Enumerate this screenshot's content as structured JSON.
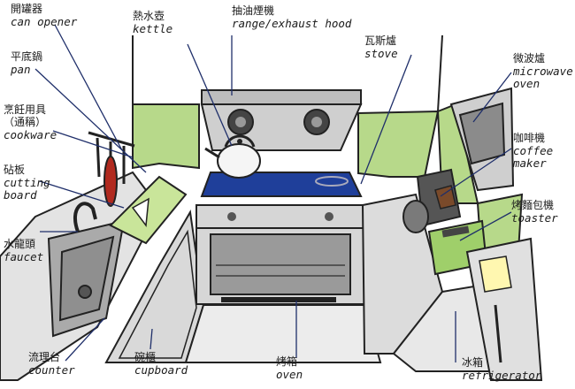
{
  "labels": {
    "can_opener": {
      "zh": "開罐器",
      "en": "can opener"
    },
    "pan": {
      "zh": "平底鍋",
      "en": "pan"
    },
    "cookware": {
      "zh": "烹飪用具",
      "zh2": "（通稱）",
      "en": "cookware"
    },
    "cutting_board": {
      "zh": "砧板",
      "en1": "cutting",
      "en2": "board"
    },
    "faucet": {
      "zh": "水龍頭",
      "en": "faucet"
    },
    "counter": {
      "zh": "流理台",
      "en": "counter"
    },
    "cupboard": {
      "zh": "碗櫃",
      "en": "cupboard"
    },
    "kettle": {
      "zh": "熱水壺",
      "en": "kettle"
    },
    "hood": {
      "zh": "抽油煙機",
      "en": "range/exhaust hood"
    },
    "stove": {
      "zh": "瓦斯爐",
      "en": "stove"
    },
    "oven": {
      "zh": "烤箱",
      "en": "oven"
    },
    "microwave": {
      "zh": "微波爐",
      "en1": "microwave",
      "en2": "oven"
    },
    "coffee": {
      "zh": "咖啡機",
      "en1": "coffee",
      "en2": "maker"
    },
    "toaster": {
      "zh": "烤麵包機",
      "en": "toaster"
    },
    "fridge": {
      "zh": "冰箱",
      "en": "refrigerator"
    }
  },
  "colors": {
    "wall_green": "#b7d98a",
    "stove_blue": "#1f3f9a",
    "board_green": "#c9e59a",
    "outline": "#222222",
    "leader": "#1f2f6a",
    "metal": "#bdbdbd"
  }
}
